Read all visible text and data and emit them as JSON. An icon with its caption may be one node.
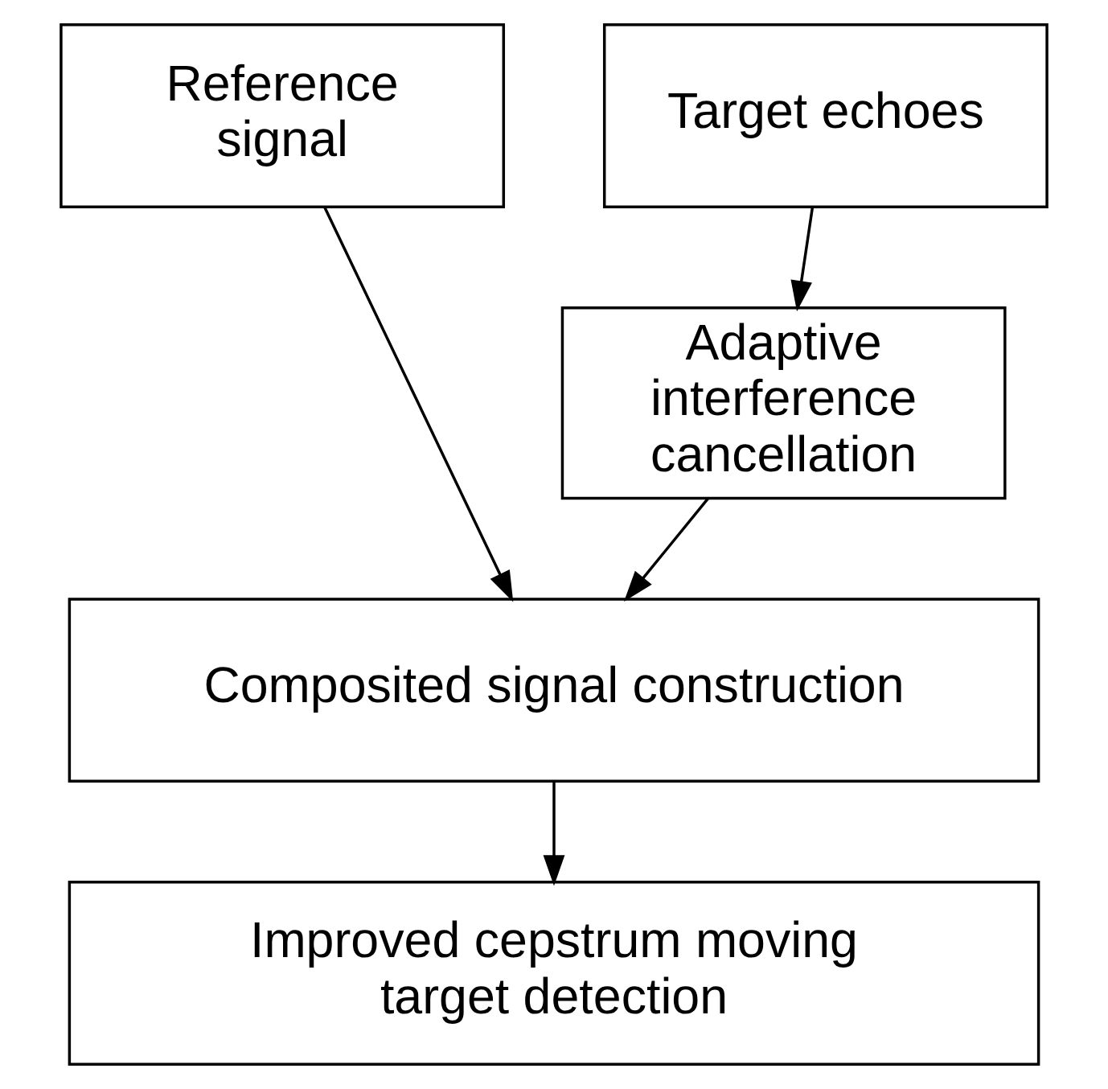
{
  "diagram": {
    "nodes": [
      {
        "text": [
          "Reference signal"
        ]
      },
      {
        "text": [
          "Target echoes"
        ]
      },
      {
        "text": [
          "Adaptive interference cancellation"
        ]
      },
      {
        "text": [
          "Composited signal construction"
        ]
      },
      {
        "text": [
          "Improved cepstrum moving target detection"
        ]
      }
    ],
    "edges": [
      {
        "from": 1,
        "to": 2,
        "arrow": "to"
      },
      {
        "from": 0,
        "to": 3,
        "arrow": "to"
      },
      {
        "from": 2,
        "to": 3,
        "arrow": "to"
      },
      {
        "from": 3,
        "to": 4,
        "arrow": "to"
      }
    ]
  }
}
